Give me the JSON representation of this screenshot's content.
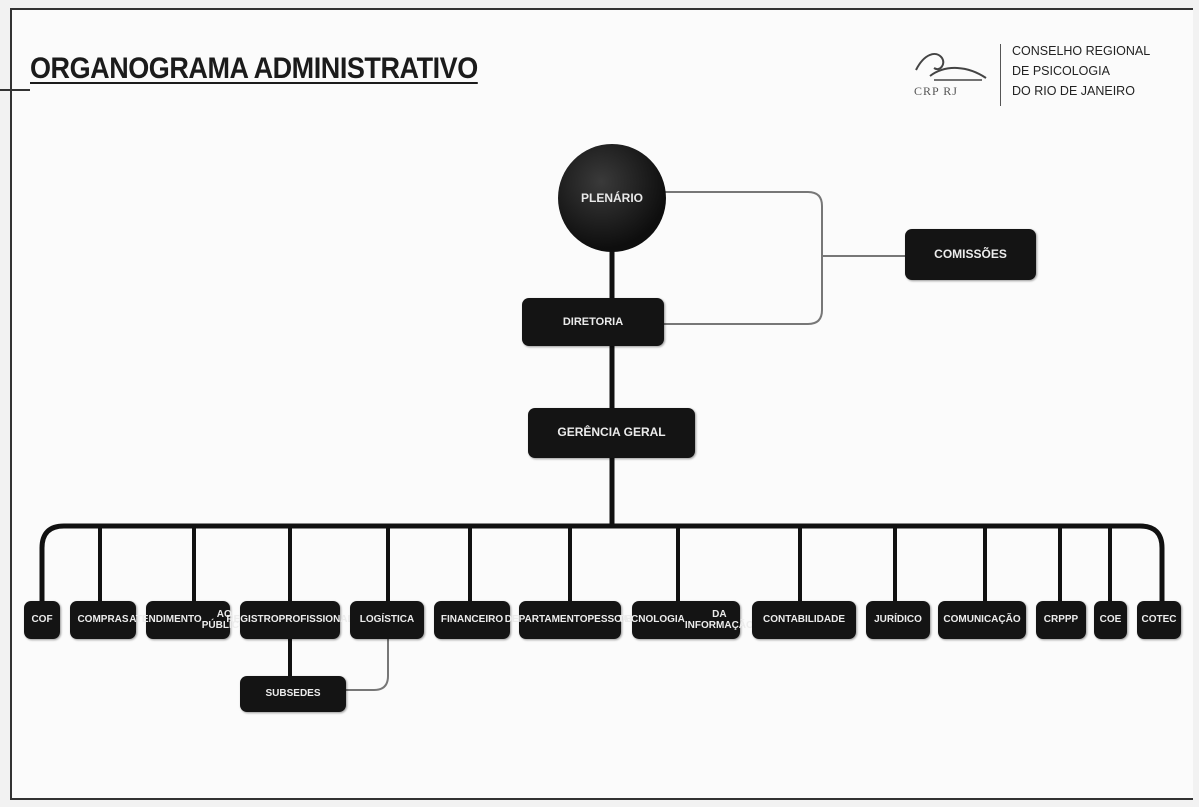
{
  "title": "ORGANOGRAMA ADMINISTRATIVO",
  "logo": {
    "abbr": "CRP RJ",
    "lines": [
      "CONSELHO REGIONAL",
      "DE PSICOLOGIA",
      "DO RIO DE JANEIRO"
    ]
  },
  "nodes": {
    "plenario": "PLENÁRIO",
    "comissoes": "COMISSÕES",
    "diretoria": "DIRETORIA",
    "gerencia": "GERÊNCIA GERAL",
    "subsedes": "SUBSEDES"
  },
  "departments": [
    {
      "id": "cof",
      "lines": [
        "COF"
      ]
    },
    {
      "id": "compras",
      "lines": [
        "COMPRAS"
      ]
    },
    {
      "id": "atendimento",
      "lines": [
        "ATENDIMENTO",
        "AO PÚBLICO"
      ]
    },
    {
      "id": "registro",
      "lines": [
        "REGISTRO",
        "PROFISSIONAL"
      ]
    },
    {
      "id": "logistica",
      "lines": [
        "LOGÍSTICA"
      ]
    },
    {
      "id": "financeiro",
      "lines": [
        "FINANCEIRO"
      ]
    },
    {
      "id": "departamento-pessoal",
      "lines": [
        "DEPARTAMENTO",
        "PESSOAL"
      ]
    },
    {
      "id": "tecnologia",
      "lines": [
        "TECNOLOGIA",
        "DA INFORMAÇÃO"
      ]
    },
    {
      "id": "contabilidade",
      "lines": [
        "CONTABILIDADE"
      ]
    },
    {
      "id": "juridico",
      "lines": [
        "JURÍDICO"
      ]
    },
    {
      "id": "comunicacao",
      "lines": [
        "COMUNICAÇÃO"
      ]
    },
    {
      "id": "crppp",
      "lines": [
        "CRPPP"
      ]
    },
    {
      "id": "coe",
      "lines": [
        "COE"
      ]
    },
    {
      "id": "cotec",
      "lines": [
        "COTEC"
      ]
    }
  ],
  "colors": {
    "box": "#141414",
    "line_dark": "#111111",
    "line_light": "#777777",
    "text": "#ececec"
  }
}
